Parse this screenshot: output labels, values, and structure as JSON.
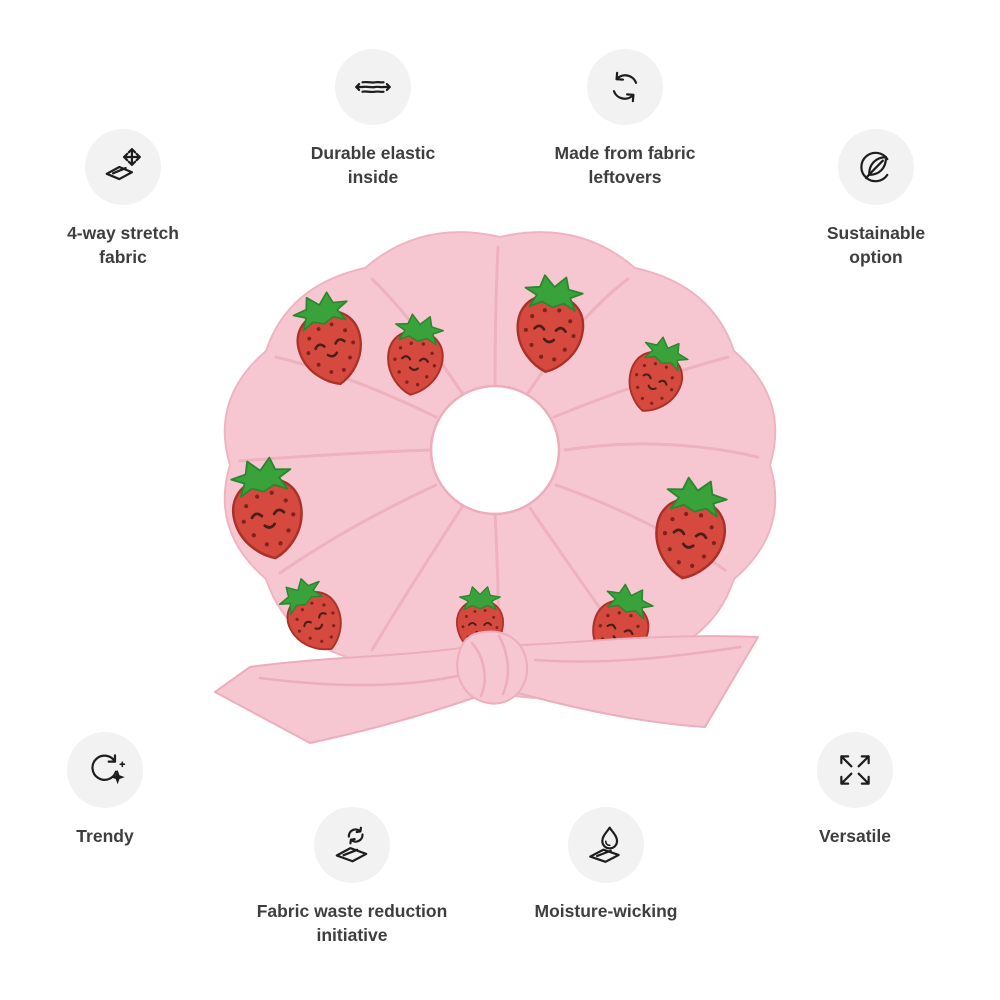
{
  "product": {
    "alt": "Pink scrunchie with kawaii strawberry pattern tied in a bow"
  },
  "colors": {
    "icon_circle_bg": "#f2f2f2",
    "icon_stroke": "#1d1d1d",
    "label_text": "#3e3e3e",
    "fabric_pink": "#f7c7d1",
    "fabric_edge": "#eeb4c2",
    "fabric_crease": "#ecadbc",
    "strawberry_red": "#d6493e",
    "strawberry_outline": "#a93228",
    "seed_dark": "#7e241d",
    "leaf_green": "#3aa23a",
    "leaf_edge": "#2c8630",
    "face_dark": "#4a1f1a"
  },
  "features": [
    {
      "label": "4-way stretch fabric",
      "icon": "fabric-stretch-icon"
    },
    {
      "label": "Durable elastic inside",
      "icon": "elastic-stretch-icon"
    },
    {
      "label": "Made from fabric leftovers",
      "icon": "recycling-arrows-icon"
    },
    {
      "label": "Sustainable option",
      "icon": "leaf-icon"
    },
    {
      "label": "Trendy",
      "icon": "trend-sparkle-icon"
    },
    {
      "label": "Fabric waste reduction initiative",
      "icon": "fabric-recycle-icon"
    },
    {
      "label": "Moisture-wicking",
      "icon": "water-droplet-fabric-icon"
    },
    {
      "label": "Versatile",
      "icon": "expand-arrows-icon"
    }
  ]
}
